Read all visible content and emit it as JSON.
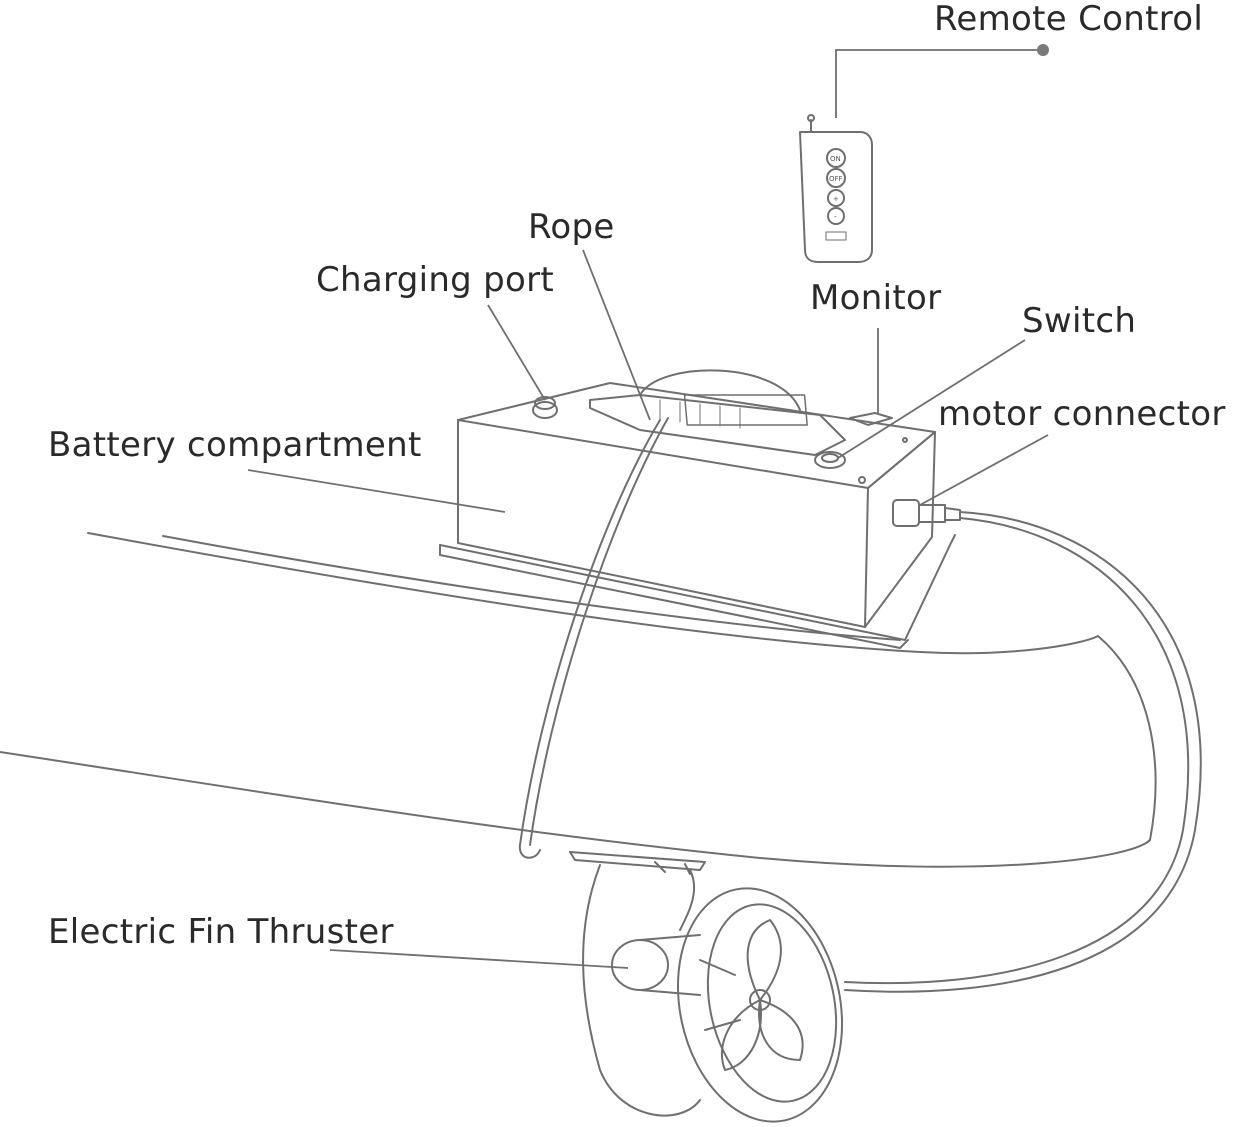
{
  "labels": {
    "remote_control": "Remote Control",
    "rope": "Rope",
    "charging_port": "Charging port",
    "monitor": "Monitor",
    "switch": "Switch",
    "motor_connector": "motor connector",
    "battery_compartment": "Battery compartment",
    "electric_fin_thruster": "Electric Fin Thruster"
  },
  "remote": {
    "buttons": [
      "ON",
      "OFF",
      "+",
      "-"
    ]
  },
  "colors": {
    "line": "#6f6f6f",
    "text": "#2a2a2a",
    "dot": "#7a7a7a"
  }
}
